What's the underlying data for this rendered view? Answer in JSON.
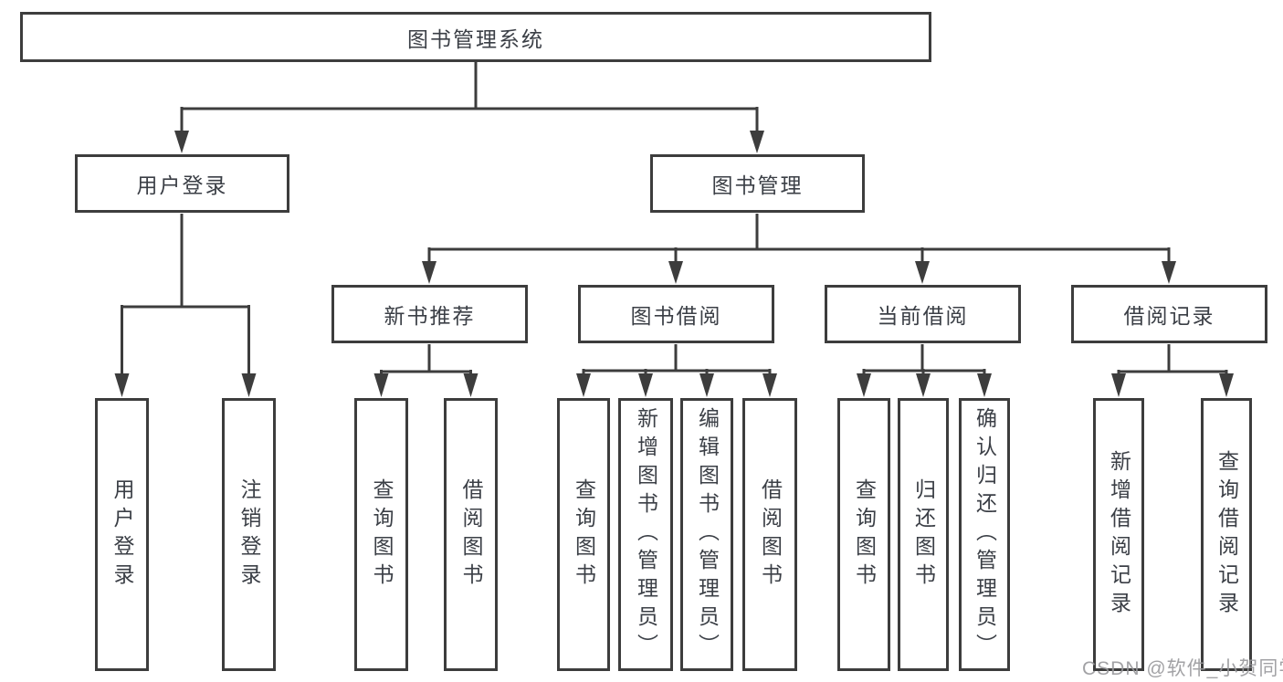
{
  "diagram": {
    "title": "图书管理系统",
    "tree": {
      "root": {
        "label": "图书管理系统"
      },
      "branches": [
        {
          "label": "用户登录",
          "children": [
            {
              "label": "用户登录"
            },
            {
              "label": "注销登录"
            }
          ]
        },
        {
          "label": "图书管理",
          "children": [
            {
              "label": "新书推荐",
              "children": [
                {
                  "label": "查询图书"
                },
                {
                  "label": "借阅图书"
                }
              ]
            },
            {
              "label": "图书借阅",
              "children": [
                {
                  "label": "查询图书"
                },
                {
                  "label": "新增图书（管理员）"
                },
                {
                  "label": "编辑图书（管理员）"
                },
                {
                  "label": "借阅图书"
                }
              ]
            },
            {
              "label": "当前借阅",
              "children": [
                {
                  "label": "查询图书"
                },
                {
                  "label": "归还图书"
                },
                {
                  "label": "确认归还（管理员）"
                }
              ]
            },
            {
              "label": "借阅记录",
              "children": [
                {
                  "label": "新增借阅记录"
                },
                {
                  "label": "查询借阅记录"
                }
              ]
            }
          ]
        }
      ]
    },
    "colors": {
      "line": "#3d3d3d",
      "box_border": "#3d3d3d",
      "text": "#3b3f46",
      "background": "#ffffff",
      "watermark": "#98989b"
    }
  },
  "watermark": {
    "text": "CSDN @软件_小贺同学"
  }
}
